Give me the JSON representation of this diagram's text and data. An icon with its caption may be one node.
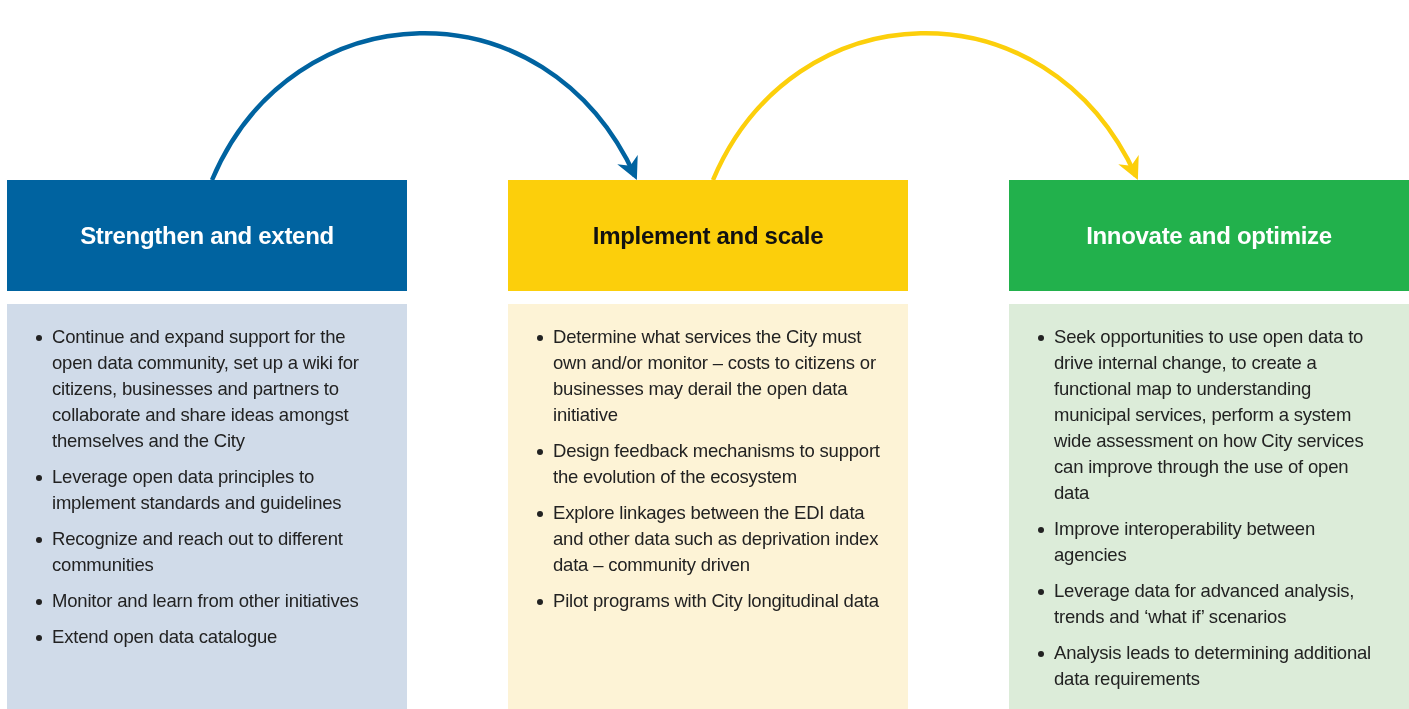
{
  "diagram": {
    "nodes": [
      {
        "text": [
          "Strengthen and extend"
        ]
      },
      {
        "text": [
          "Continue and expand support for the open data community, set up a wiki for citizens, businesses and partners to collaborate and share ideas amongst themselves and the City",
          "Leverage open data principles to implement standards and guidelines",
          "Recognize and reach out to different communities",
          "Monitor and learn from other initiatives",
          "Extend open data catalogue"
        ]
      },
      {
        "text": [
          "Implement and scale"
        ]
      },
      {
        "text": [
          "Determine what services the City must own and/or monitor – costs to citizens or businesses may derail the open data initiative",
          "Design feedback mechanisms to support the evolution of the ecosystem",
          "Explore linkages between the EDI data and other data such as deprivation index data – community driven",
          "Pilot programs with City longitudinal data"
        ]
      },
      {
        "text": [
          "Innovate and optimize"
        ]
      },
      {
        "text": [
          "Seek opportunities to use open data to drive internal change, to create a functional map to understanding municipal services, perform a system wide assessment on how City services can improve through the use of open data",
          "Improve interoperability between agencies",
          "Leverage data for advanced analysis, trends and ‘what if’ scenarios",
          "Analysis leads to determining additional data requirements"
        ]
      }
    ],
    "edges": [
      {
        "from": 0,
        "to": 2,
        "arrow": "to",
        "color": "#0063a0"
      },
      {
        "from": 2,
        "to": 4,
        "arrow": "to",
        "color": "#fccf0b"
      }
    ]
  }
}
